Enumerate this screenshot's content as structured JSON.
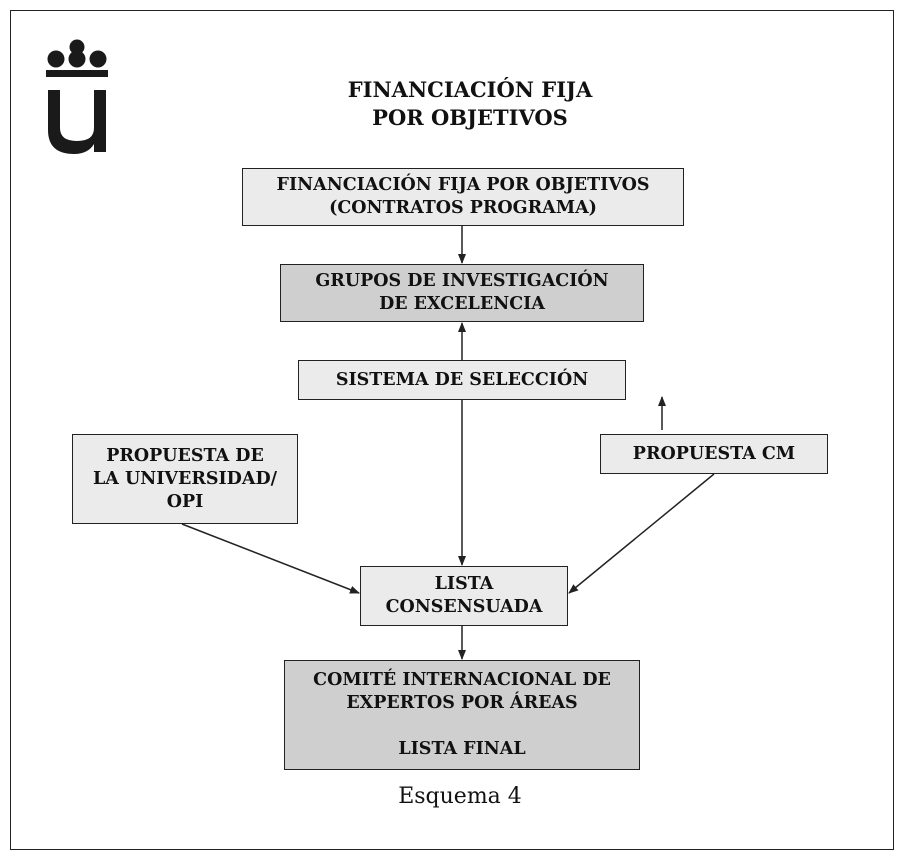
{
  "title": {
    "line1": "FINANCIACIÓN FIJA",
    "line2": "POR OBJETIVOS"
  },
  "logo": {
    "icon": "university-crown-u-logo"
  },
  "boxes": {
    "financiacion": {
      "line1": "FINANCIACIÓN FIJA POR OBJETIVOS",
      "line2": "(CONTRATOS PROGRAMA)"
    },
    "grupos": {
      "line1": "GRUPOS DE INVESTIGACIÓN",
      "line2": "DE EXCELENCIA"
    },
    "seleccion": {
      "line1": "SISTEMA DE SELECCIÓN"
    },
    "universidad": {
      "line1": "PROPUESTA DE",
      "line2": "LA UNIVERSIDAD/",
      "line3": "OPI"
    },
    "cm": {
      "line1": "PROPUESTA CM"
    },
    "lista": {
      "line1": "LISTA",
      "line2": "CONSENSUADA"
    },
    "comite": {
      "line1": "COMITÉ INTERNACIONAL DE",
      "line2": "EXPERTOS POR ÁREAS",
      "line3": "LISTA FINAL"
    }
  },
  "caption": "Esquema 4",
  "colors": {
    "light_box": "#ebebeb",
    "dark_box": "#cfcfcf",
    "stroke": "#222222"
  }
}
